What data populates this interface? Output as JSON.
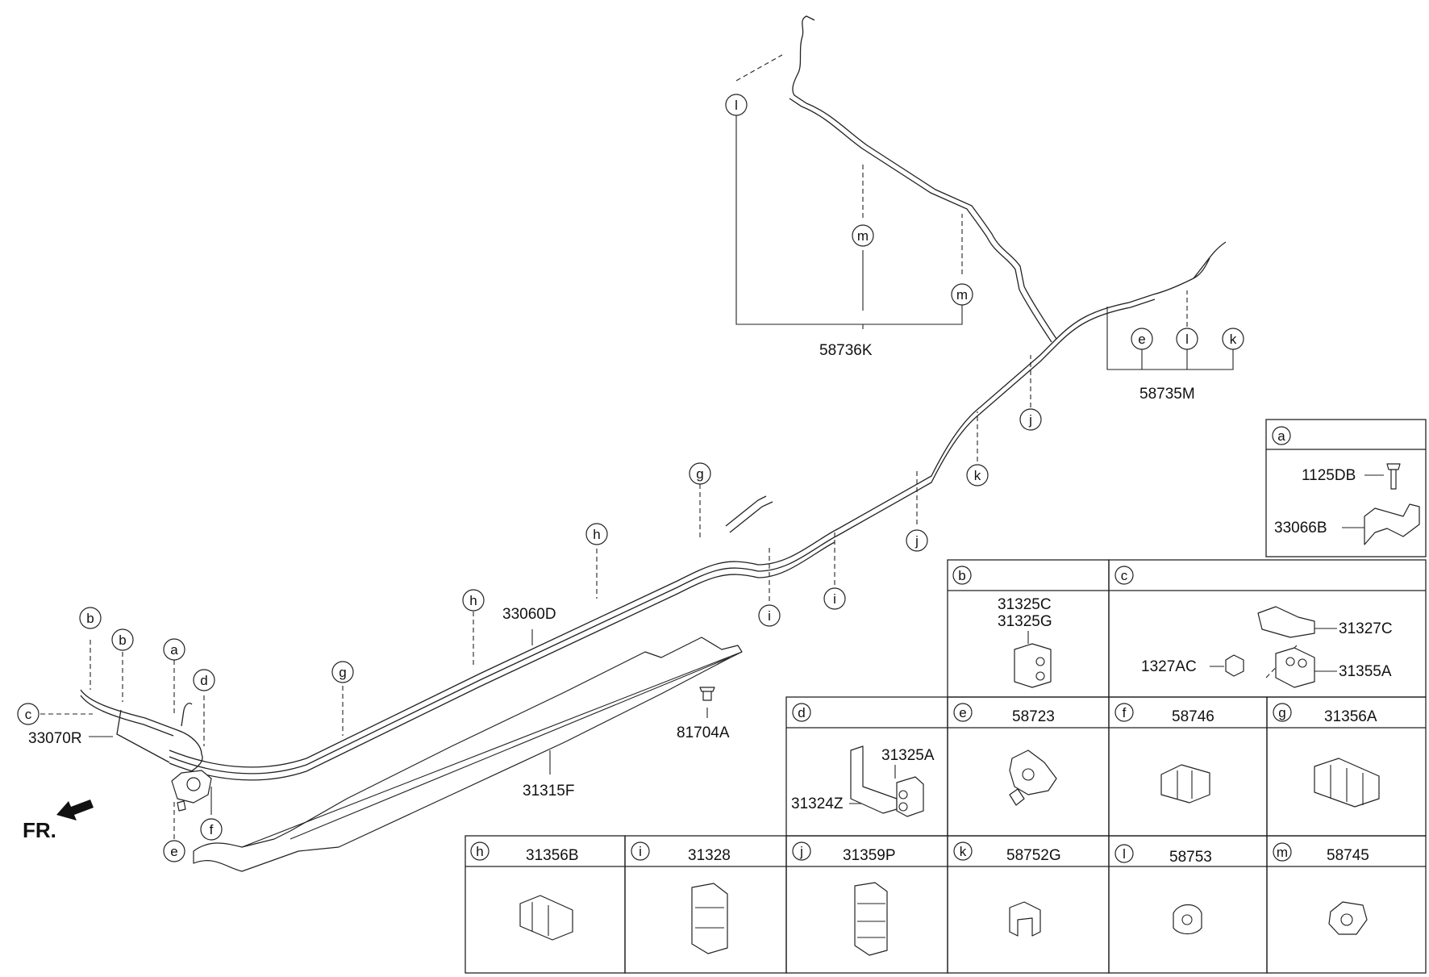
{
  "fr_label": "FR.",
  "labels": {
    "p58736K": "58736K",
    "p58735M": "58735M",
    "p33060D": "33060D",
    "p33070R": "33070R",
    "p81704A": "81704A",
    "p31315F": "31315F"
  },
  "callouts": {
    "a": "a",
    "b": "b",
    "c": "c",
    "d": "d",
    "e": "e",
    "f": "f",
    "g": "g",
    "h": "h",
    "i": "i",
    "j": "j",
    "k": "k",
    "l": "l",
    "m": "m"
  },
  "detail_boxes": {
    "a": {
      "letter": "a",
      "parts": [
        "1125DB",
        "33066B"
      ]
    },
    "b": {
      "letter": "b",
      "parts": [
        "31325C",
        "31325G"
      ]
    },
    "c": {
      "letter": "c",
      "parts": [
        "31327C",
        "1327AC",
        "31355A"
      ]
    },
    "d": {
      "letter": "d",
      "parts": [
        "31325A",
        "31324Z"
      ]
    },
    "e": {
      "letter": "e",
      "part": "58723"
    },
    "f": {
      "letter": "f",
      "part": "58746"
    },
    "g": {
      "letter": "g",
      "part": "31356A"
    },
    "h": {
      "letter": "h",
      "part": "31356B"
    },
    "i": {
      "letter": "i",
      "part": "31328"
    },
    "j": {
      "letter": "j",
      "part": "31359P"
    },
    "k": {
      "letter": "k",
      "part": "58752G"
    },
    "l": {
      "letter": "l",
      "part": "58753"
    },
    "m": {
      "letter": "m",
      "part": "58745"
    }
  }
}
